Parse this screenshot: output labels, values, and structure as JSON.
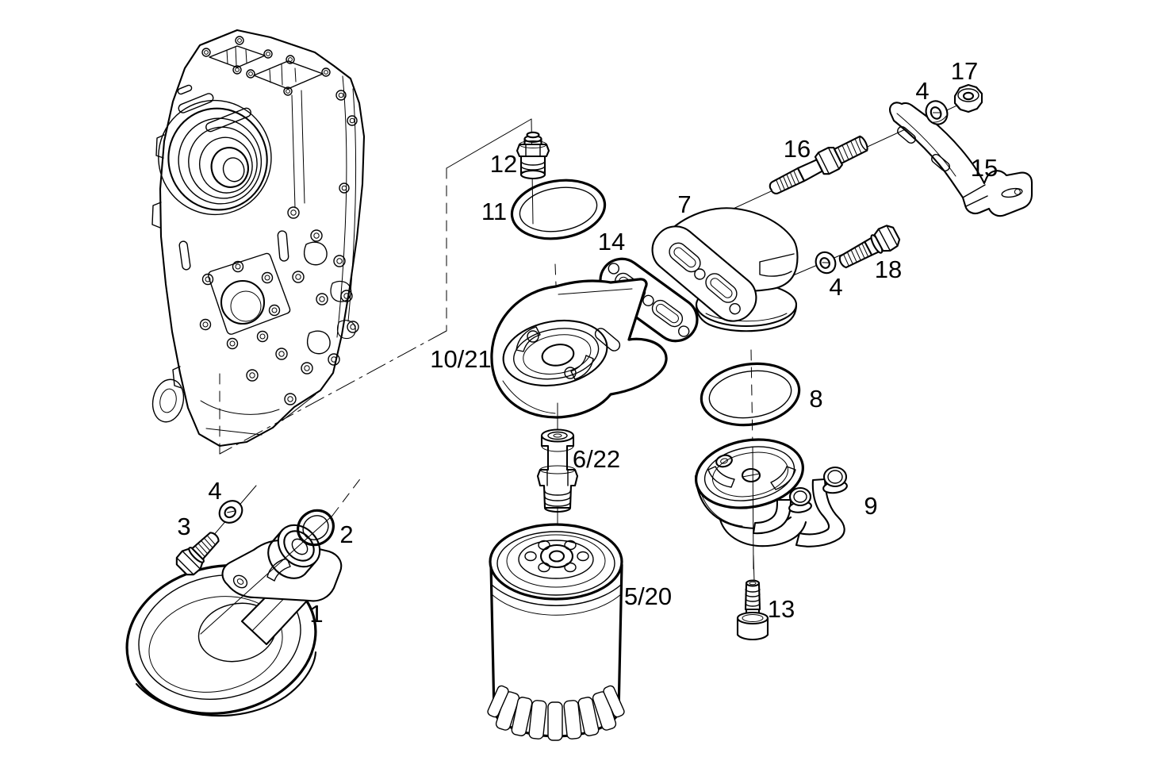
{
  "page": {
    "background": "#ffffff",
    "line_color": "#000000"
  },
  "diagram": {
    "kind": "exploded-parts-diagram",
    "subject": "oil filter and oil cooler assembly on engine block",
    "labels": [
      {
        "part": "strainer",
        "text": "1"
      },
      {
        "part": "o-ring-small",
        "text": "2"
      },
      {
        "part": "bolt-strainer",
        "text": "3"
      },
      {
        "part": "washer-left",
        "text": "4"
      },
      {
        "part": "oil-filter-cartridge",
        "text": "5/20"
      },
      {
        "part": "threaded-nipple",
        "text": "6/22"
      },
      {
        "part": "cover-housing",
        "text": "7"
      },
      {
        "part": "o-ring-cooler",
        "text": "8"
      },
      {
        "part": "oil-cooler",
        "text": "9"
      },
      {
        "part": "filter-head",
        "text": "10/21"
      },
      {
        "part": "o-ring-head",
        "text": "11"
      },
      {
        "part": "plug",
        "text": "12"
      },
      {
        "part": "bolt-cooler",
        "text": "13"
      },
      {
        "part": "gasket",
        "text": "14"
      },
      {
        "part": "bracket",
        "text": "15"
      },
      {
        "part": "stud",
        "text": "16"
      },
      {
        "part": "nut",
        "text": "17"
      },
      {
        "part": "bolt-housing",
        "text": "18"
      },
      {
        "part": "washer-top",
        "text": "4"
      },
      {
        "part": "washer-right",
        "text": "4"
      }
    ]
  }
}
